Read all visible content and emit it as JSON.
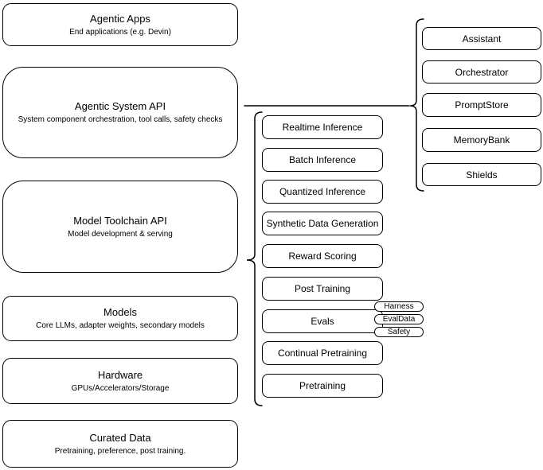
{
  "diagram": {
    "left_column": [
      {
        "title": "Agentic Apps",
        "subtitle": "End applications (e.g. Devin)"
      },
      {
        "title": "Agentic System API",
        "subtitle": "System component orchestration, tool calls, safety checks"
      },
      {
        "title": "Model Toolchain API",
        "subtitle": "Model development & serving"
      },
      {
        "title": "Models",
        "subtitle": "Core LLMs, adapter weights, secondary models"
      },
      {
        "title": "Hardware",
        "subtitle": "GPUs/Accelerators/Storage"
      },
      {
        "title": "Curated Data",
        "subtitle": "Pretraining, preference, post training."
      }
    ],
    "toolchain_services": [
      "Realtime Inference",
      "Batch Inference",
      "Quantized Inference",
      "Synthetic Data Generation",
      "Reward Scoring",
      "Post Training",
      "Evals",
      "Continual Pretraining",
      "Pretraining"
    ],
    "evals_components": [
      "Harness",
      "EvalData",
      "Safety"
    ],
    "system_components": [
      "Assistant",
      "Orchestrator",
      "PromptStore",
      "MemoryBank",
      "Shields"
    ],
    "colors": {
      "stroke": "#000000",
      "fill": "#ffffff",
      "background": "#ffffff"
    }
  }
}
